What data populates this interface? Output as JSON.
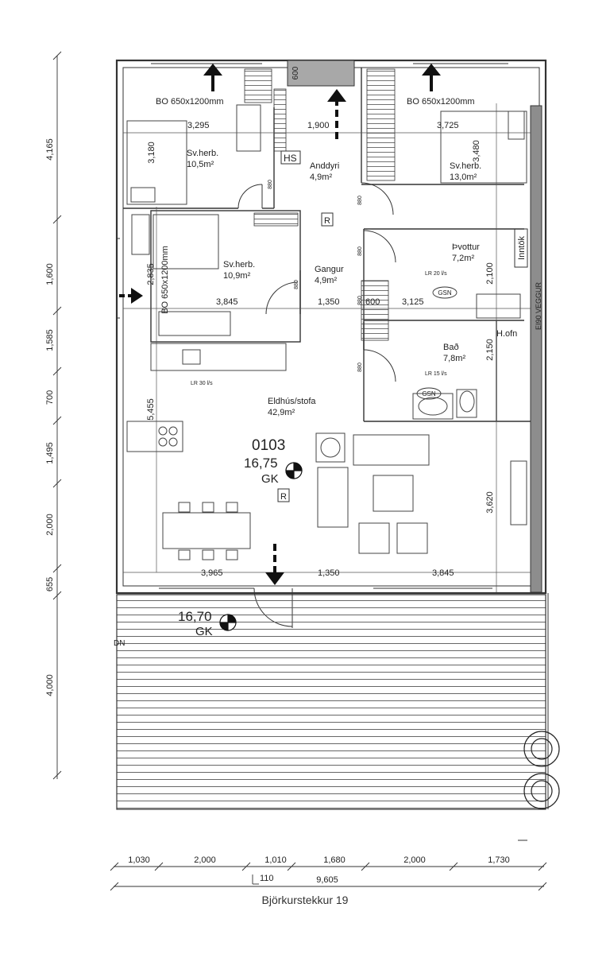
{
  "unit_code": "0103",
  "caption": "Björkurstekkur 19",
  "elevations": {
    "interior": "16,75",
    "interior_gk": "GK",
    "deck": "16,70",
    "deck_gk": "GK"
  },
  "window_labels": {
    "top_left": "BO 650x1200mm",
    "top_right": "BO 650x1200mm",
    "left_side": "BO 650x1200mm",
    "top_600": "600"
  },
  "rooms": [
    {
      "name": "Sv.herb.",
      "area": "10,5m²"
    },
    {
      "name": "Anddyri",
      "area": "4,9m²"
    },
    {
      "name": "Sv.herb.",
      "area": "13,0m²"
    },
    {
      "name": "Sv.herb.",
      "area": "10,9m²"
    },
    {
      "name": "Gangur",
      "area": "4,9m²"
    },
    {
      "name": "Þvottur",
      "area": "7,2m²"
    },
    {
      "name": "Bað",
      "area": "7,8m²"
    },
    {
      "name": "Eldhús/stofa",
      "area": "42,9m²"
    }
  ],
  "markers": {
    "hs": "HS",
    "r1": "R",
    "r2": "R",
    "gsn1": "GSN",
    "gsn2": "GSN",
    "hofn": "H.ofn",
    "inntok": "Inntök",
    "veggur": "EI90 VEGGUR",
    "dn": "DN"
  },
  "lr_labels": {
    "thvottur": "LR 20 l/s",
    "bad": "LR 15 l/s",
    "eldhus": "LR 30 l/s"
  },
  "door_widths": {
    "d1": "880",
    "d2": "880",
    "d3": "880",
    "d4": "880",
    "d5": "880",
    "d6": "880"
  },
  "dims_interior": {
    "r1_a": "3,295",
    "r1_b": "1,900",
    "r1_c": "3,725",
    "v_180": "3,180",
    "v_480": "3,480",
    "r2_a": "3,845",
    "r2_b": "1,350",
    "r2_c": "600",
    "r2_d": "3,125",
    "v_2835": "2,835",
    "v_2100": "2,100",
    "v_2150": "2,150",
    "v_5455": "5,455",
    "v_3620": "3,620",
    "r3_a": "3,965",
    "r3_b": "1,350",
    "r3_c": "3,845"
  },
  "dims_left": [
    "4,165",
    "1,600",
    "1,585",
    "700",
    "1,495",
    "2,000",
    "655",
    "4,000"
  ],
  "dims_bottom": [
    "1,030",
    "2,000",
    "1,010",
    "1,680",
    "2,000",
    "1,730"
  ],
  "dims_bottom_total": {
    "small": "110",
    "total": "9,605"
  }
}
